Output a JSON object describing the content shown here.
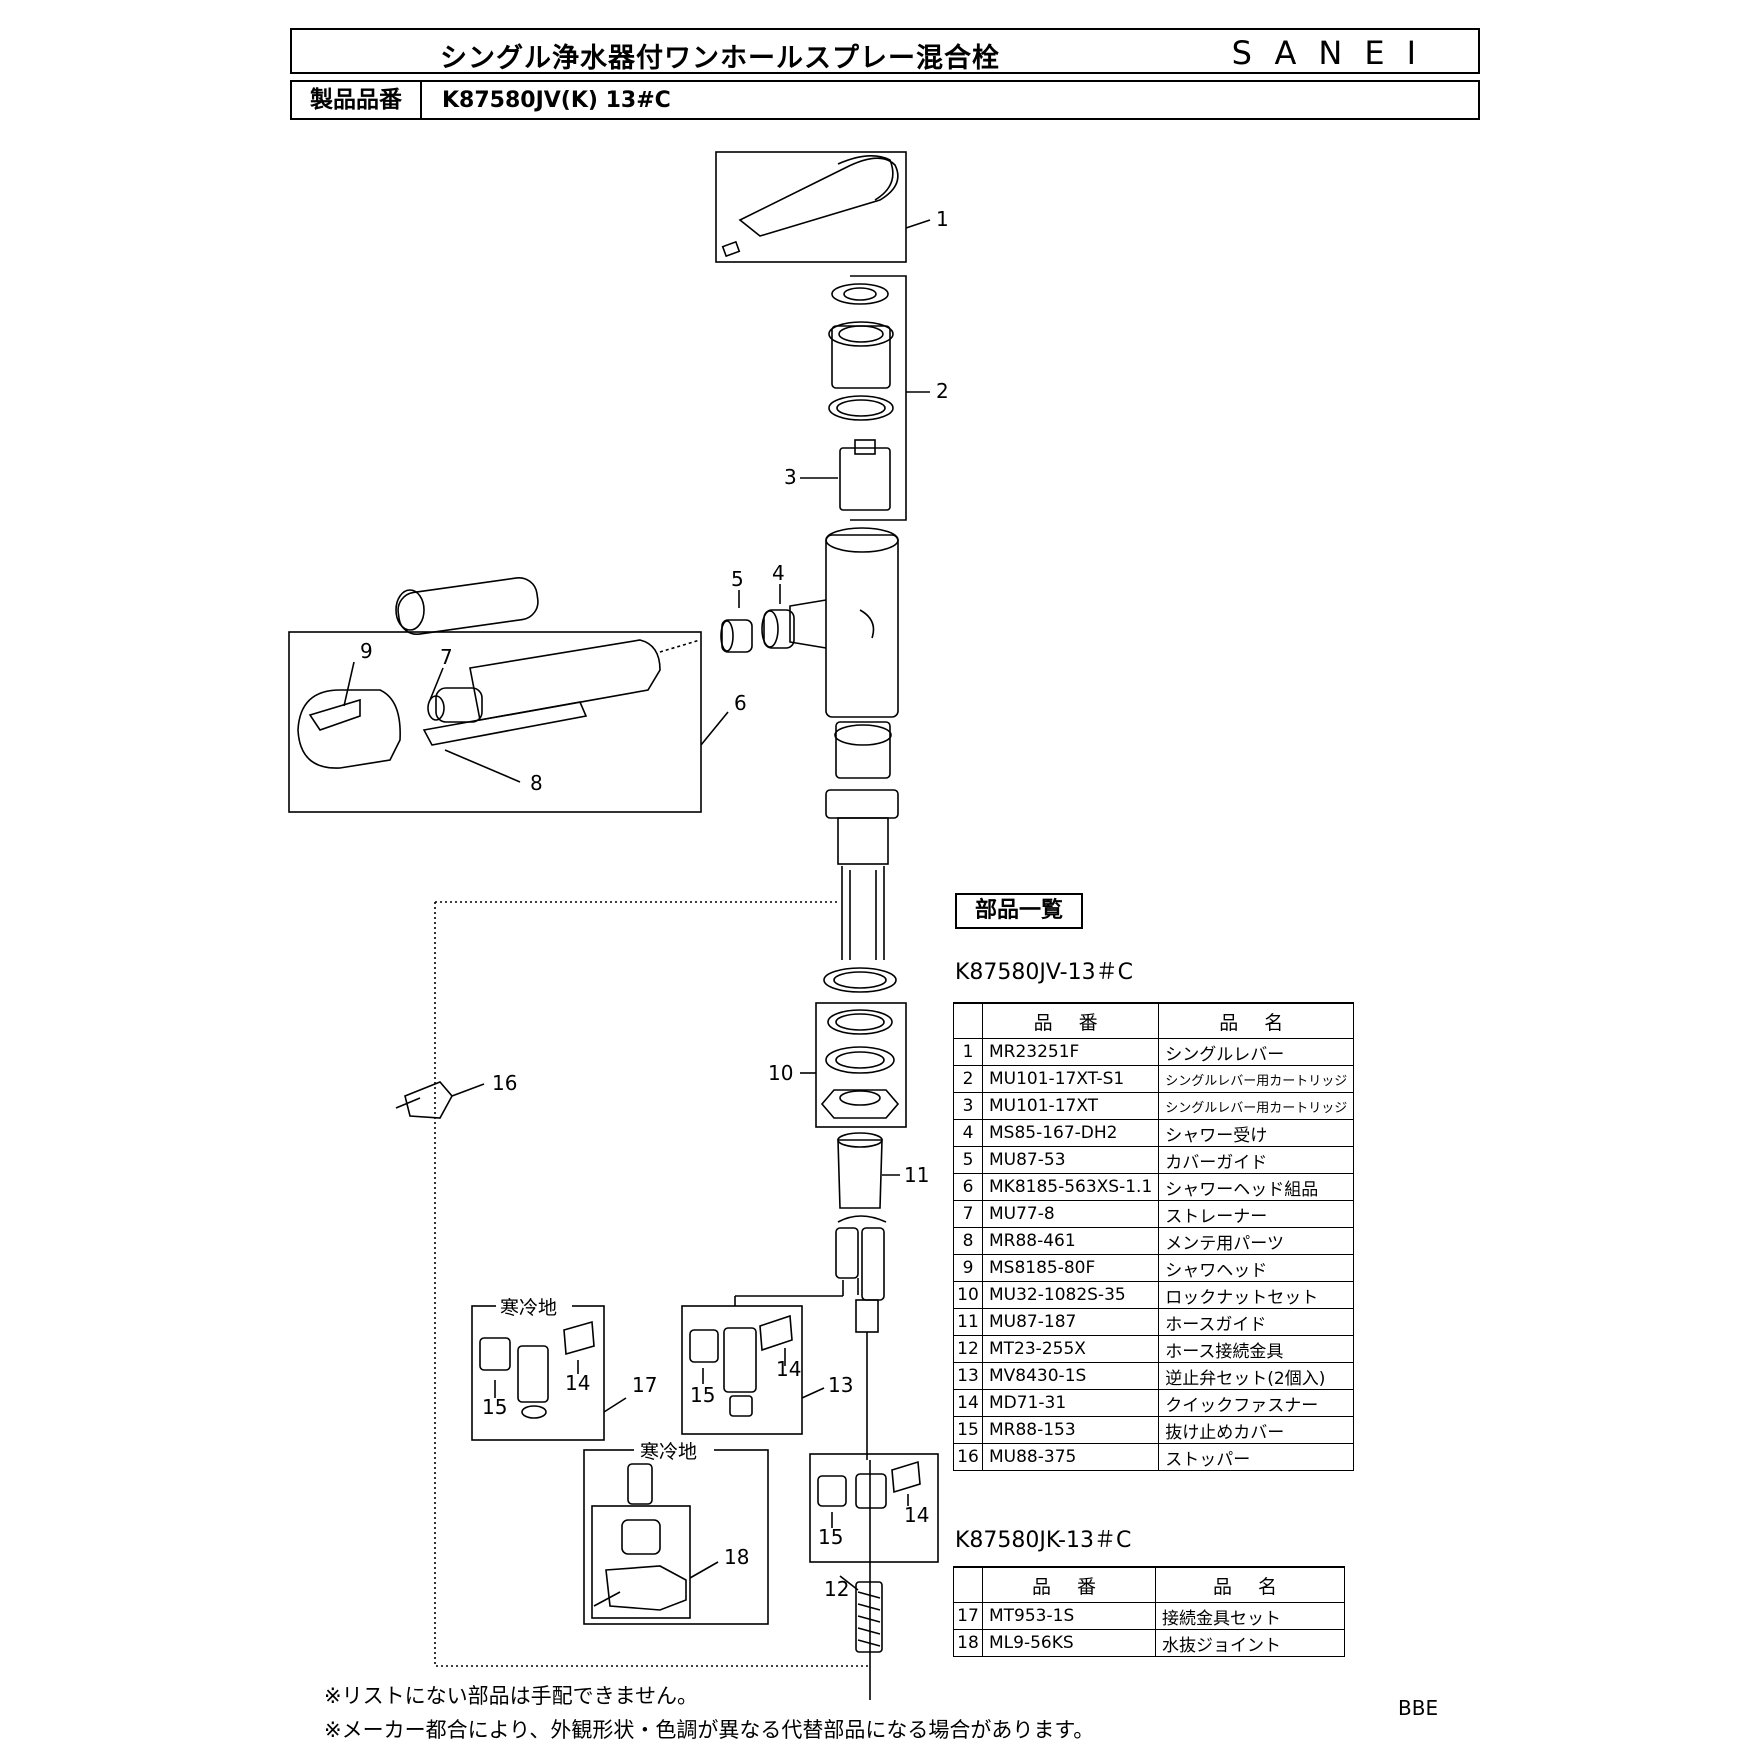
{
  "header": {
    "title": "シングル浄水器付ワンホールスプレー混合栓",
    "brand": "SANEI",
    "model_label": "製品品番",
    "model_value": "K87580JV(K) 13#C"
  },
  "parts_heading": "部品一覧",
  "table_jv": {
    "title": "K87580JV-13＃C",
    "col_code": "品 番",
    "col_name": "品 名",
    "rows": [
      {
        "no": "1",
        "code": "MR23251F",
        "name": "シングルレバー"
      },
      {
        "no": "2",
        "code": "MU101-17XT-S1",
        "name": "シングルレバー用カートリッジ"
      },
      {
        "no": "3",
        "code": "MU101-17XT",
        "name": "シングルレバー用カートリッジ"
      },
      {
        "no": "4",
        "code": "MS85-167-DH2",
        "name": "シャワー受け"
      },
      {
        "no": "5",
        "code": "MU87-53",
        "name": "カバーガイド"
      },
      {
        "no": "6",
        "code": "MK8185-563XS-1.1",
        "name": "シャワーヘッド組品"
      },
      {
        "no": "7",
        "code": "MU77-8",
        "name": "ストレーナー"
      },
      {
        "no": "8",
        "code": "MR88-461",
        "name": "メンテ用パーツ"
      },
      {
        "no": "9",
        "code": "MS8185-80F",
        "name": "シャワヘッド"
      },
      {
        "no": "10",
        "code": "MU32-1082S-35",
        "name": "ロックナットセット"
      },
      {
        "no": "11",
        "code": "MU87-187",
        "name": "ホースガイド"
      },
      {
        "no": "12",
        "code": "MT23-255X",
        "name": "ホース接続金具"
      },
      {
        "no": "13",
        "code": "MV8430-1S",
        "name": "逆止弁セット(2個入)"
      },
      {
        "no": "14",
        "code": "MD71-31",
        "name": "クイックファスナー"
      },
      {
        "no": "15",
        "code": "MR88-153",
        "name": "抜け止めカバー"
      },
      {
        "no": "16",
        "code": "MU88-375",
        "name": "ストッパー"
      }
    ]
  },
  "table_jk": {
    "title": "K87580JK-13＃C",
    "col_code": "品 番",
    "col_name": "品 名",
    "rows": [
      {
        "no": "17",
        "code": "MT953-1S",
        "name": "接続金具セット"
      },
      {
        "no": "18",
        "code": "ML9-56KS",
        "name": "水抜ジョイント"
      }
    ]
  },
  "diagram": {
    "callouts": [
      "1",
      "2",
      "3",
      "4",
      "5",
      "6",
      "7",
      "8",
      "9",
      "10",
      "11",
      "12",
      "13",
      "14",
      "15",
      "16",
      "17",
      "18"
    ],
    "cold_region_label": "寒冷地"
  },
  "notes": [
    "※リストにない部品は手配できません。",
    "※メーカー都合により、外観形状・色調が異なる代替部品になる場合があります。"
  ],
  "footer_code": "BBE"
}
